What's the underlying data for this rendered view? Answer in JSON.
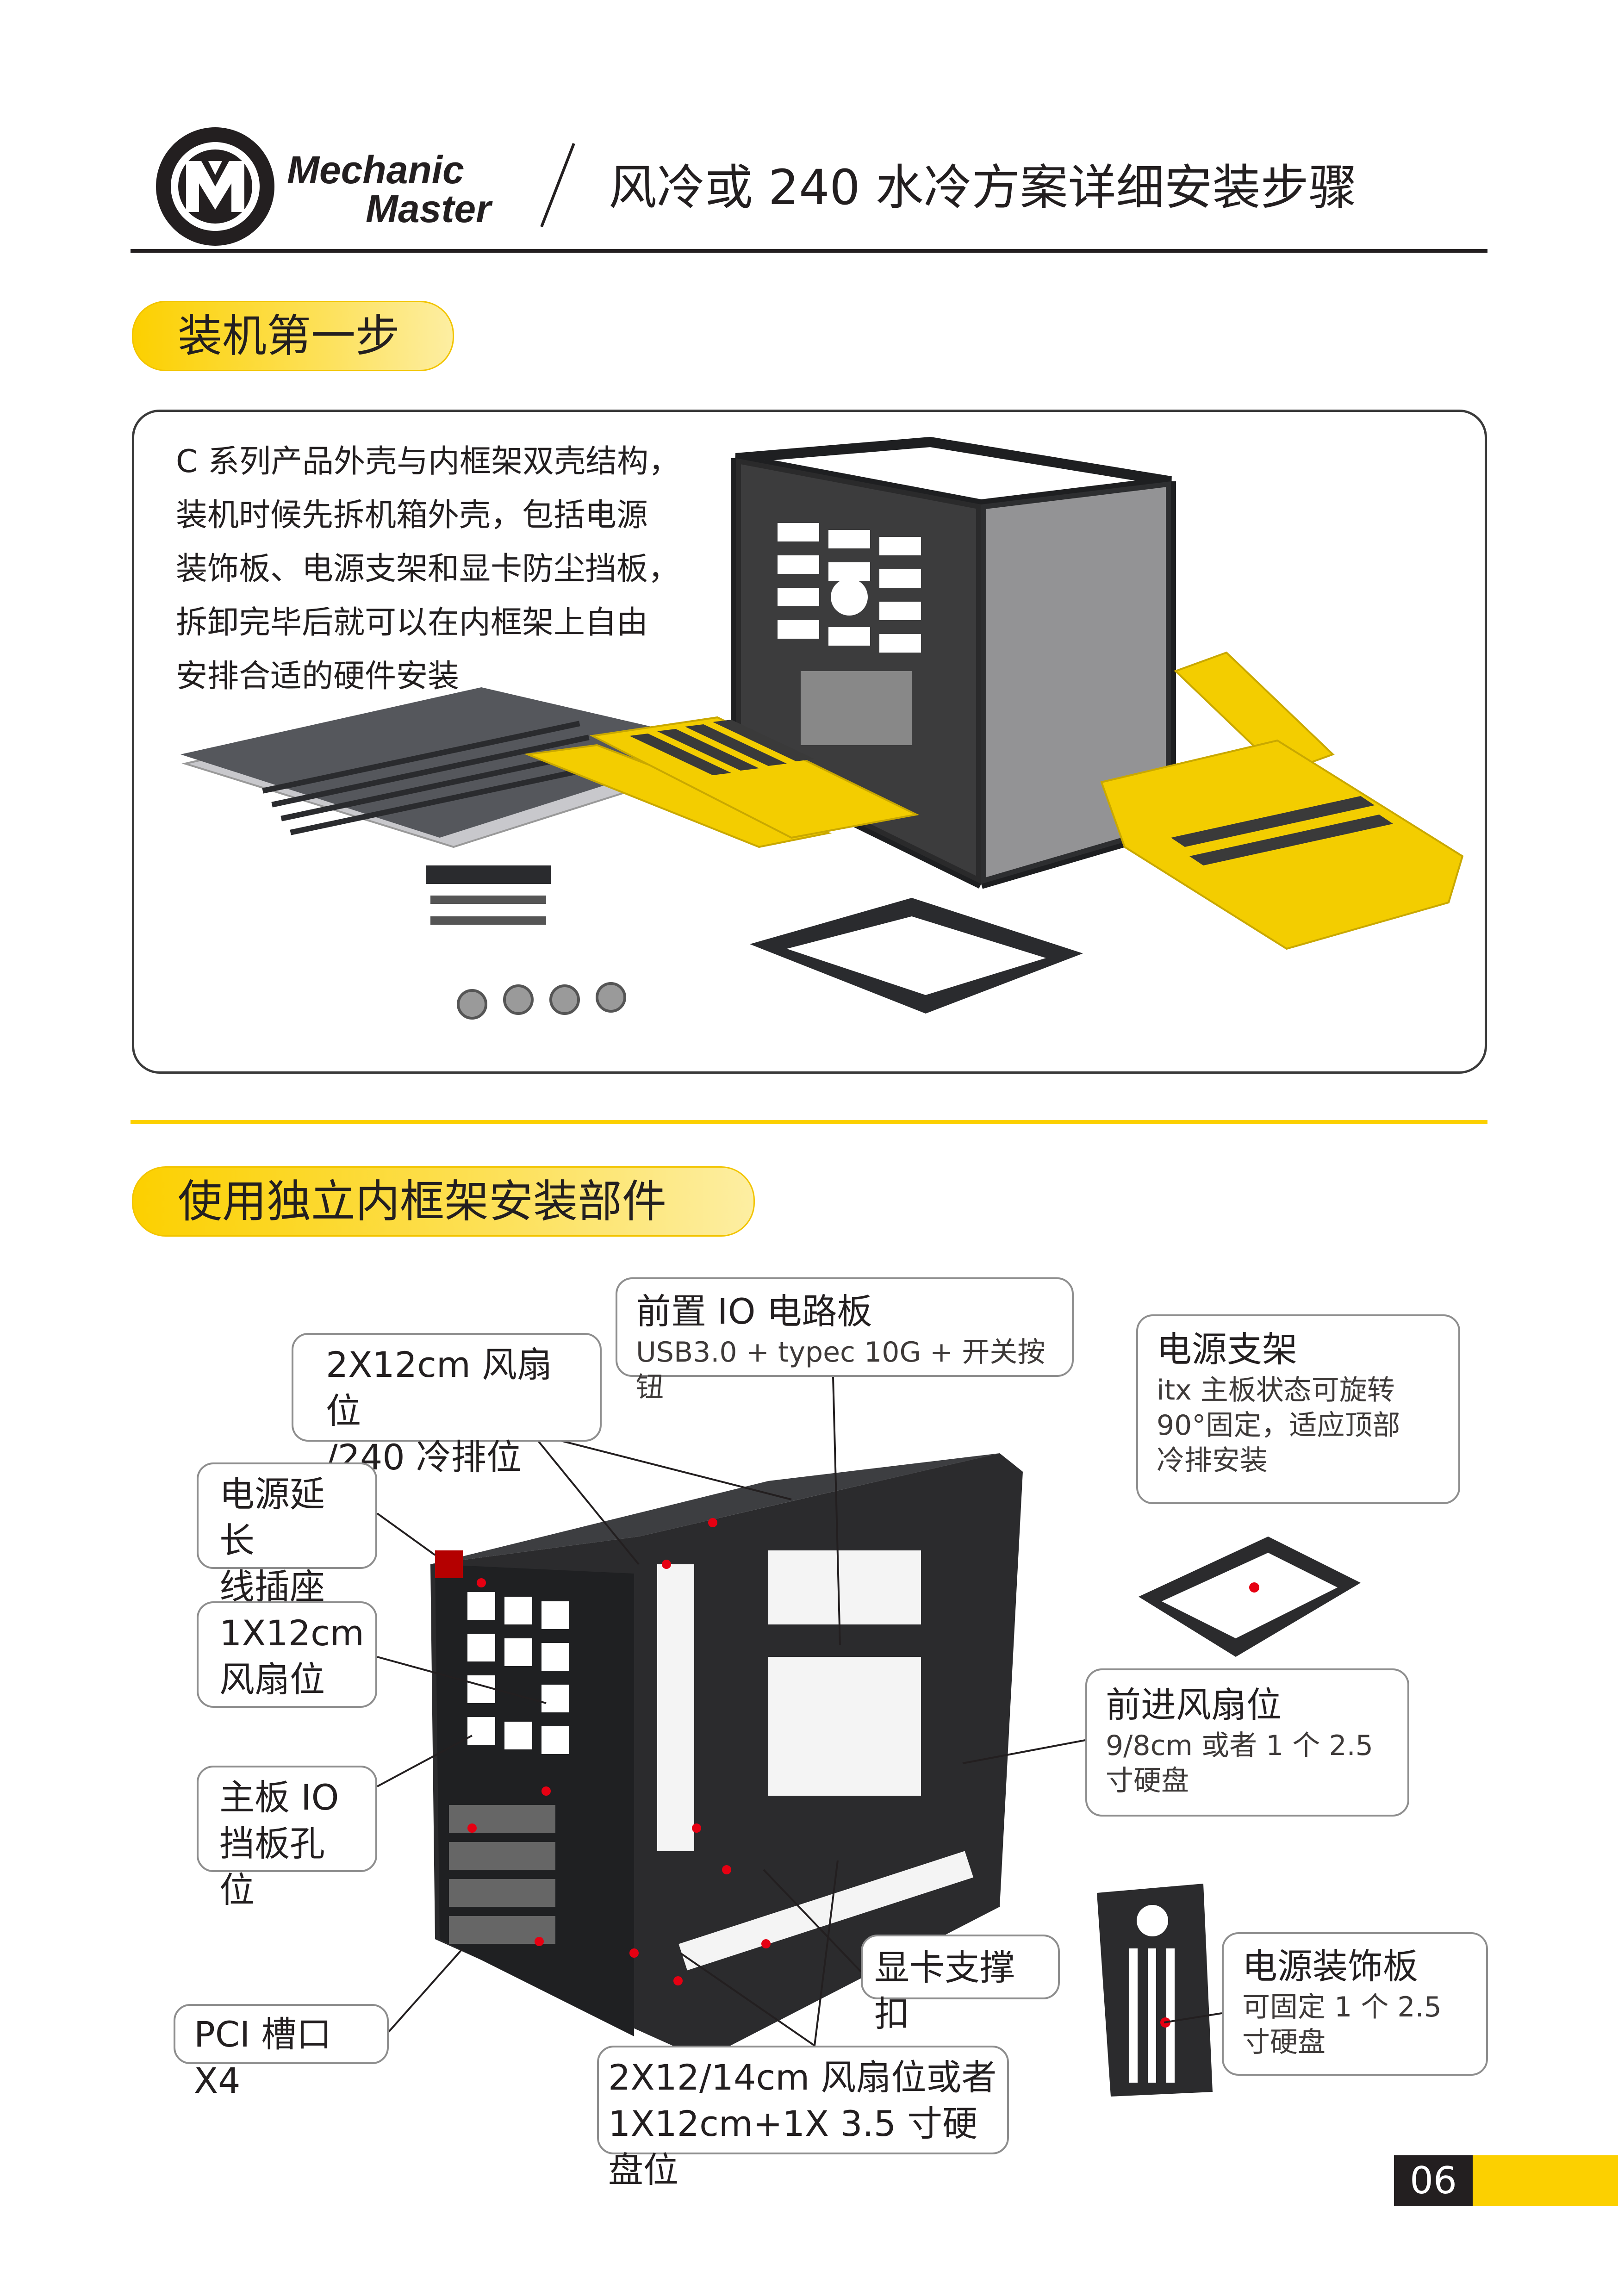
{
  "header": {
    "brand_line1": "Mechanic",
    "brand_line2": "Master",
    "title": "风冷或 240 水冷方案详细安装步骤"
  },
  "section1": {
    "pill": "装机第一步",
    "intro": [
      "C 系列产品外壳与内框架双壳结构，",
      "装机时候先拆机箱外壳，包括电源",
      "装饰板、电源支架和显卡防尘挡板，",
      "拆卸完毕后就可以在内框架上自由",
      "安排合适的硬件安装"
    ]
  },
  "section2": {
    "pill": "使用独立内框架安装部件",
    "callouts": {
      "front_io": {
        "title": "前置 IO 电路板",
        "sub": "USB3.0 + typec 10G + 开关按钮"
      },
      "fan_top": {
        "line1": "2X12cm 风扇位",
        "line2": "/240 冷排位"
      },
      "psu_ext": {
        "line1": "电源延长",
        "line2": "线插座"
      },
      "fan_rear": {
        "line1": "1X12cm",
        "line2": "风扇位"
      },
      "io_shield": {
        "line1": "主板 IO",
        "line2": "挡板孔位"
      },
      "pci": {
        "title": "PCI 槽口 X4"
      },
      "fan_bottom": {
        "line1": "2X12/14cm 风扇位或者",
        "line2": "1X12cm+1X 3.5 寸硬盘位"
      },
      "gpu_bracket": {
        "title": "显卡支撑扣"
      },
      "psu_bracket": {
        "title": "电源支架",
        "sub1": "itx 主板状态可旋转",
        "sub2": "90°固定，适应顶部",
        "sub3": "冷排安装"
      },
      "fan_front": {
        "title": "前进风扇位",
        "sub1": "9/8cm 或者 1 个 2.5",
        "sub2": "寸硬盘"
      },
      "psu_cover": {
        "title": "电源装饰板",
        "sub1": "可固定 1 个 2.5",
        "sub2": "寸硬盘"
      }
    }
  },
  "footer": {
    "page": "06"
  },
  "colors": {
    "accent": "#fcd000",
    "dark": "#231f20",
    "frame": "#2b2b2d",
    "border": "#8e8e8e"
  },
  "icons": [
    "mechanic-master-logo",
    "chassis-render",
    "psu-bracket-render",
    "psu-cover-render"
  ]
}
